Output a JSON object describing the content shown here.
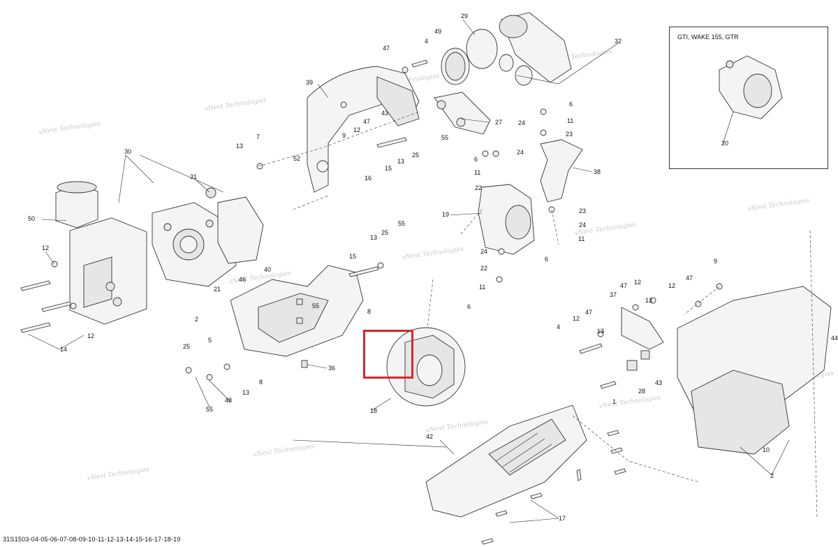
{
  "diagram": {
    "doc_code": "31S1503-04-05-06-07-08-09-10-11-12-13-14-15-16-17-18-19",
    "inset_title": "GTI, WAKE 155, GTR",
    "watermark_text": "vNext Technologies",
    "watermark_line1": "vNext",
    "watermark_line2": "Technologies",
    "highlight_color": "#d42a2a",
    "callouts": [
      "1",
      "2",
      "4",
      "5",
      "6",
      "7",
      "8",
      "9",
      "10",
      "11",
      "12",
      "13",
      "14",
      "15",
      "16",
      "17",
      "18",
      "19",
      "20",
      "21",
      "22",
      "23",
      "24",
      "25",
      "27",
      "28",
      "29",
      "30",
      "31",
      "32",
      "36",
      "37",
      "38",
      "39",
      "40",
      "42",
      "43",
      "44",
      "46",
      "47",
      "48",
      "49",
      "50",
      "52",
      "55"
    ]
  }
}
